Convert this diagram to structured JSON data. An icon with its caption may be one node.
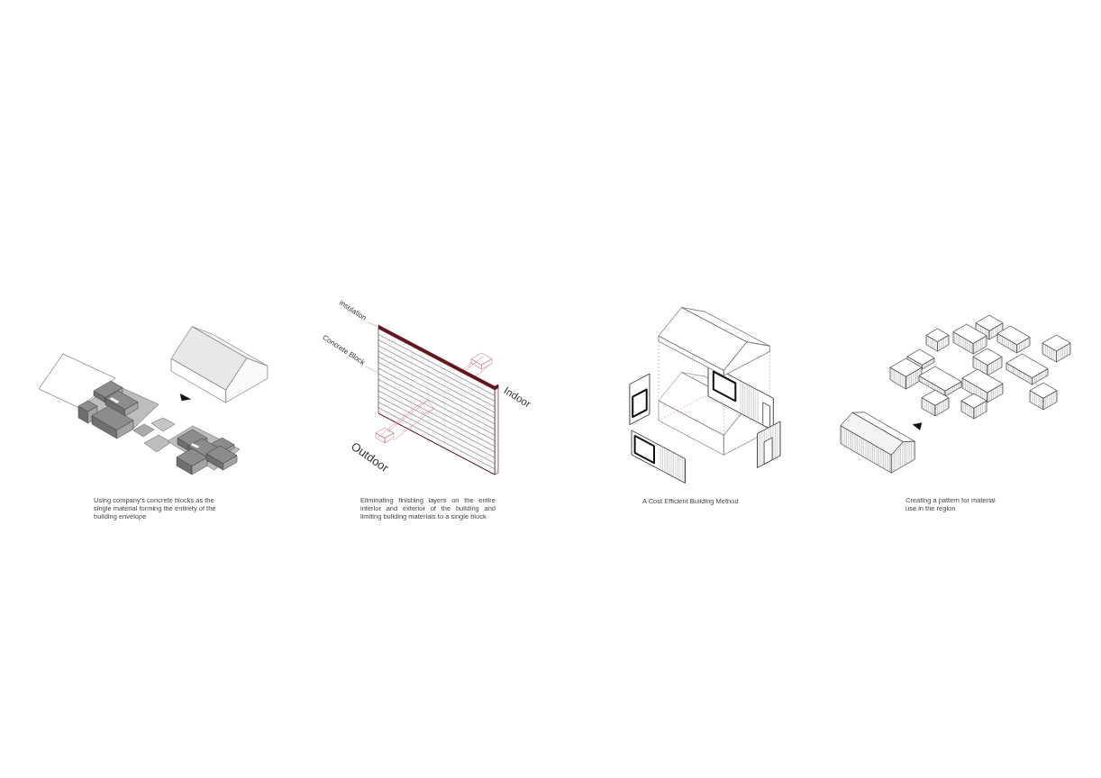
{
  "diagram": {
    "nodes": [
      {
        "text": [
          "Insulation"
        ]
      },
      {
        "text": [],
        "shape": "bar"
      },
      {
        "text": [
          "Concrete Block"
        ]
      },
      {
        "text": [],
        "shape": "box"
      }
    ],
    "edges": [
      {
        "from": 0,
        "to": 1,
        "arrow": "none"
      },
      {
        "from": 2,
        "to": 3,
        "arrow": "none"
      }
    ],
    "labels": [
      "Using company’s concrete blocks as the single material forming the entirety of the building envelope",
      "Indoor",
      "Outdoor",
      "Eliminating finishing layers on the entire interior and exterior of the building and limiting building materials to a single block",
      "A Cost Efficient Building Method",
      "Creating a pattern for material use in the region"
    ]
  }
}
